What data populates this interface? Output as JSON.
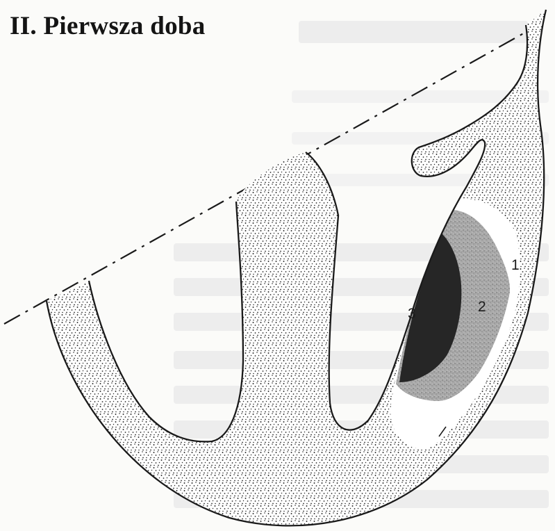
{
  "title": "II. Pierwsza doba",
  "labels": {
    "zone_1": "1",
    "zone_2": "2",
    "zone_3": "3"
  },
  "colors": {
    "outline": "#1a1a1a",
    "stipple": "#2a2a2a",
    "zone_1_fill": "#ffffff",
    "zone_2_fill": "#a9a9a9",
    "zone_3_fill": "#262626",
    "paper": "#fbfbf9"
  }
}
